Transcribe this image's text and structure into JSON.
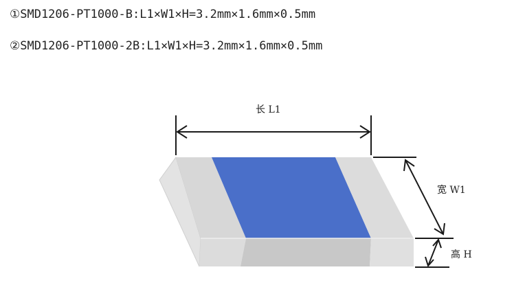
{
  "specs": [
    "①SMD1206-PT1000-B:L1×W1×H=3.2mm×1.6mm×0.5mm",
    "②SMD1206-PT1000-2B:L1×W1×H=3.2mm×1.6mm×0.5mm"
  ],
  "diagram": {
    "length_label": "长 L1",
    "width_label": "宽 W1",
    "height_label": "高 H"
  },
  "colors": {
    "resistor_film": "#4a6fc9",
    "end_cap": "#d9d9d9",
    "body_side": "#c8c8c8",
    "dimension_lines": "#1a1a1a"
  }
}
